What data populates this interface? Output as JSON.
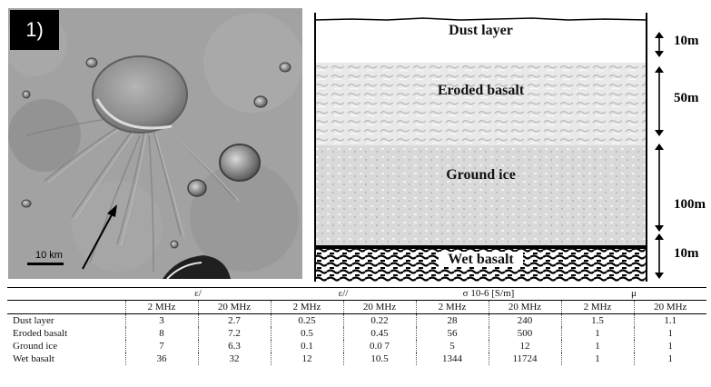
{
  "figure": {
    "panel_label": "1)",
    "scale_bar_label": "10 km",
    "layers": [
      {
        "name": "Dust layer",
        "thickness": "10m"
      },
      {
        "name": "Eroded basalt",
        "thickness": "50m"
      },
      {
        "name": "Ground ice",
        "thickness": "100m"
      },
      {
        "name": "Wet basalt",
        "thickness": "10m"
      }
    ]
  },
  "table": {
    "groups": [
      "ε/",
      "ε//",
      "σ 10-6 [S/m]",
      "μ"
    ],
    "frequencies": [
      "2 MHz",
      "20 MHz",
      "2 MHz",
      "20 MHz",
      "2 MHz",
      "20 MHz",
      "2 MHz",
      "20 MHz"
    ],
    "rows": [
      {
        "name": "Dust layer",
        "values": [
          "3",
          "2.7",
          "0.25",
          "0.22",
          "28",
          "240",
          "1.5",
          "1.1"
        ]
      },
      {
        "name": "Eroded basalt",
        "values": [
          "8",
          "7.2",
          "0.5",
          "0.45",
          "56",
          "500",
          "1",
          "1"
        ]
      },
      {
        "name": "Ground ice",
        "values": [
          "7",
          "6.3",
          "0.1",
          "0.0 7",
          "5",
          "12",
          "1",
          "1"
        ]
      },
      {
        "name": "Wet basalt",
        "values": [
          "36",
          "32",
          "12",
          "10.5",
          "1344",
          "11724",
          "1",
          "1"
        ]
      }
    ]
  }
}
